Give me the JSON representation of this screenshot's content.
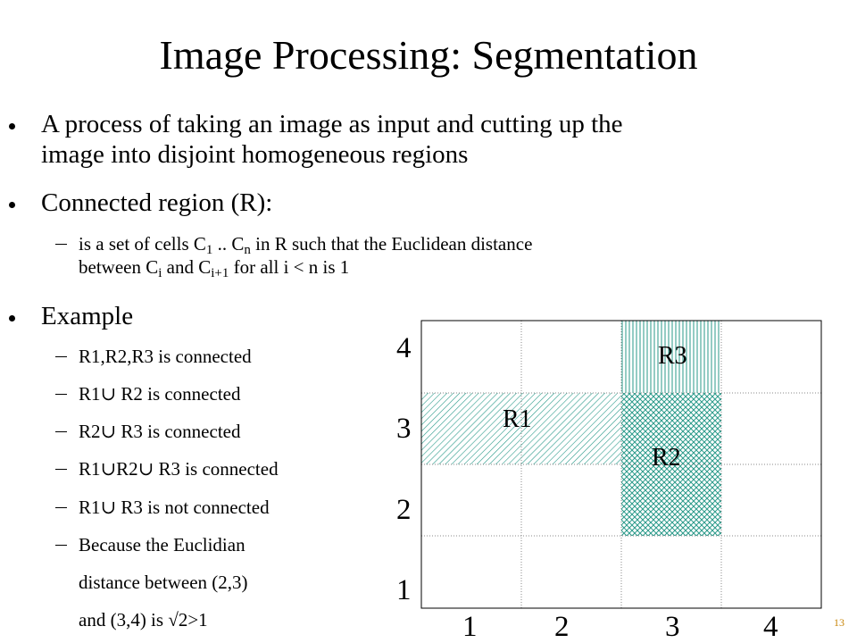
{
  "slide": {
    "title": "Image Processing: Segmentation",
    "page_number": "13"
  },
  "bullets": {
    "b1": {
      "line1": "A process of taking an image as input and cutting up the",
      "line2": "image into disjoint homogeneous regions"
    },
    "b2": {
      "text": "Connected region (R):"
    },
    "b2_sub": {
      "l1_a": "is a set of cells C",
      "l1_s1": "1",
      "l1_b": " .. C",
      "l1_s2": "n",
      "l1_c": " in R such that the  Euclidean distance",
      "l2_a": "between C",
      "l2_s1": "i",
      "l2_b": " and C",
      "l2_s2": "i+1",
      "l2_c": " for all i < n is 1"
    },
    "b3": {
      "text": "Example"
    },
    "examples": [
      "R1,R2,R3 is connected",
      "R1∪ R2 is connected",
      "R2∪ R3 is connected",
      "R1∪R2∪ R3 is connected",
      "R1∪ R3 is not connected",
      "Because the Euclidian"
    ],
    "cont": [
      "distance between (2,3)",
      "and (3,4) is √2>1"
    ]
  },
  "grid": {
    "x_labels": [
      "1",
      "2",
      "3",
      "4"
    ],
    "y_labels": [
      "4",
      "3",
      "2",
      "1"
    ],
    "regions": {
      "r1": "R1",
      "r2": "R2",
      "r3": "R3"
    },
    "fill_color": "#2a9a8a"
  }
}
